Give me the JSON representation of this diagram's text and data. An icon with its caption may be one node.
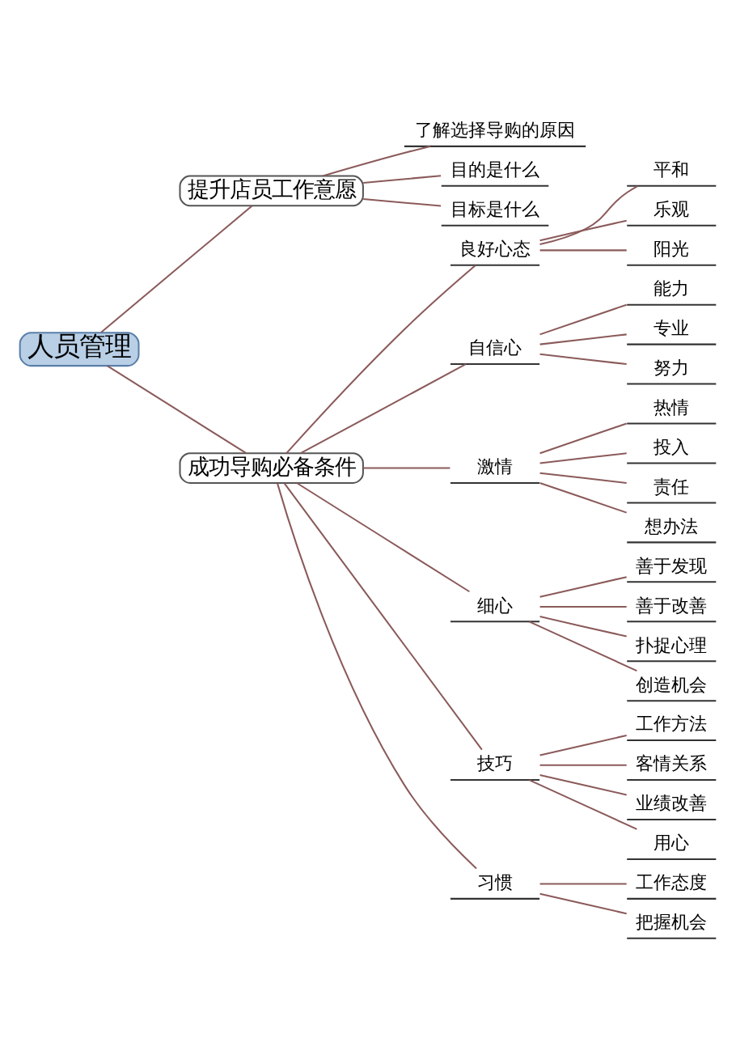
{
  "diagram": {
    "nodes": [
      {
        "text": [
          "人员管理"
        ]
      },
      {
        "text": [
          "提升店员工作意愿"
        ]
      },
      {
        "text": [
          "了解选择导购的原因"
        ]
      },
      {
        "text": [
          "目的是什么"
        ]
      },
      {
        "text": [
          "目标是什么"
        ]
      },
      {
        "text": [
          "成功导购必备条件"
        ]
      },
      {
        "text": [
          "良好心态"
        ]
      },
      {
        "text": [
          "平和"
        ]
      },
      {
        "text": [
          "乐观"
        ]
      },
      {
        "text": [
          "阳光"
        ]
      },
      {
        "text": [
          "自信心"
        ]
      },
      {
        "text": [
          "能力"
        ]
      },
      {
        "text": [
          "专业"
        ]
      },
      {
        "text": [
          "努力"
        ]
      },
      {
        "text": [
          "激情"
        ]
      },
      {
        "text": [
          "热情"
        ]
      },
      {
        "text": [
          "投入"
        ]
      },
      {
        "text": [
          "责任"
        ]
      },
      {
        "text": [
          "想办法"
        ]
      },
      {
        "text": [
          "细心"
        ]
      },
      {
        "text": [
          "善于发现"
        ]
      },
      {
        "text": [
          "善于改善"
        ]
      },
      {
        "text": [
          "扑捉心理"
        ]
      },
      {
        "text": [
          "创造机会"
        ]
      },
      {
        "text": [
          "技巧"
        ]
      },
      {
        "text": [
          "工作方法"
        ]
      },
      {
        "text": [
          "客情关系"
        ]
      },
      {
        "text": [
          "业绩改善"
        ]
      },
      {
        "text": [
          "用心"
        ]
      },
      {
        "text": [
          "习惯"
        ]
      },
      {
        "text": [
          "工作态度"
        ]
      },
      {
        "text": [
          "把握机会"
        ]
      }
    ],
    "edges": [
      {
        "from": 0,
        "to": 1,
        "arrow": "none"
      },
      {
        "from": 1,
        "to": 2,
        "arrow": "none"
      },
      {
        "from": 1,
        "to": 3,
        "arrow": "none"
      },
      {
        "from": 1,
        "to": 4,
        "arrow": "none"
      },
      {
        "from": 0,
        "to": 5,
        "arrow": "none"
      },
      {
        "from": 5,
        "to": 6,
        "arrow": "none"
      },
      {
        "from": 6,
        "to": 7,
        "arrow": "none"
      },
      {
        "from": 6,
        "to": 8,
        "arrow": "none"
      },
      {
        "from": 6,
        "to": 9,
        "arrow": "none"
      },
      {
        "from": 5,
        "to": 10,
        "arrow": "none"
      },
      {
        "from": 10,
        "to": 11,
        "arrow": "none"
      },
      {
        "from": 10,
        "to": 12,
        "arrow": "none"
      },
      {
        "from": 10,
        "to": 13,
        "arrow": "none"
      },
      {
        "from": 5,
        "to": 14,
        "arrow": "none"
      },
      {
        "from": 14,
        "to": 15,
        "arrow": "none"
      },
      {
        "from": 14,
        "to": 16,
        "arrow": "none"
      },
      {
        "from": 14,
        "to": 17,
        "arrow": "none"
      },
      {
        "from": 14,
        "to": 18,
        "arrow": "none"
      },
      {
        "from": 5,
        "to": 19,
        "arrow": "none"
      },
      {
        "from": 19,
        "to": 20,
        "arrow": "none"
      },
      {
        "from": 19,
        "to": 21,
        "arrow": "none"
      },
      {
        "from": 19,
        "to": 22,
        "arrow": "none"
      },
      {
        "from": 19,
        "to": 23,
        "arrow": "none"
      },
      {
        "from": 5,
        "to": 24,
        "arrow": "none"
      },
      {
        "from": 24,
        "to": 25,
        "arrow": "none"
      },
      {
        "from": 24,
        "to": 26,
        "arrow": "none"
      },
      {
        "from": 24,
        "to": 27,
        "arrow": "none"
      },
      {
        "from": 24,
        "to": 28,
        "arrow": "none"
      },
      {
        "from": 5,
        "to": 29,
        "arrow": "none"
      },
      {
        "from": 29,
        "to": 30,
        "arrow": "none"
      },
      {
        "from": 29,
        "to": 31,
        "arrow": "none"
      }
    ]
  }
}
